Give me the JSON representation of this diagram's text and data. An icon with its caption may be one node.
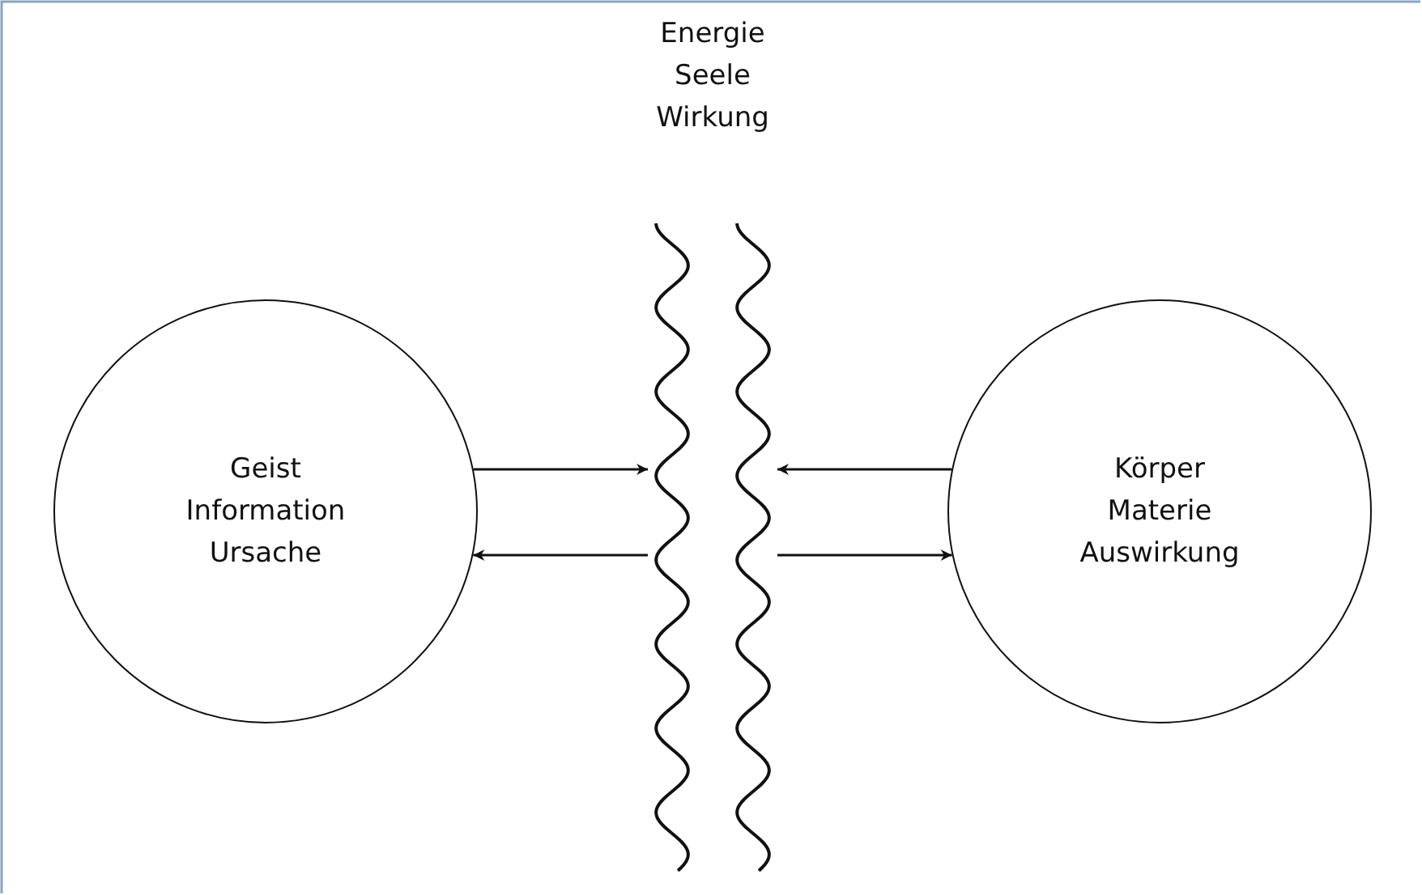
{
  "diagram": {
    "nodes": [
      {
        "text": [
          "Geist",
          "Information",
          "Ursache"
        ]
      },
      {
        "text": [
          "Energie",
          "Seele",
          "Wirkung"
        ]
      },
      {
        "text": [
          "Körper",
          "Materie",
          "Auswirkung"
        ]
      }
    ],
    "edges": [
      {
        "from": 0,
        "to": 1,
        "arrow": "to"
      },
      {
        "from": 1,
        "to": 0,
        "arrow": "to"
      },
      {
        "from": 2,
        "to": 1,
        "arrow": "to"
      },
      {
        "from": 1,
        "to": 2,
        "arrow": "to"
      }
    ]
  }
}
